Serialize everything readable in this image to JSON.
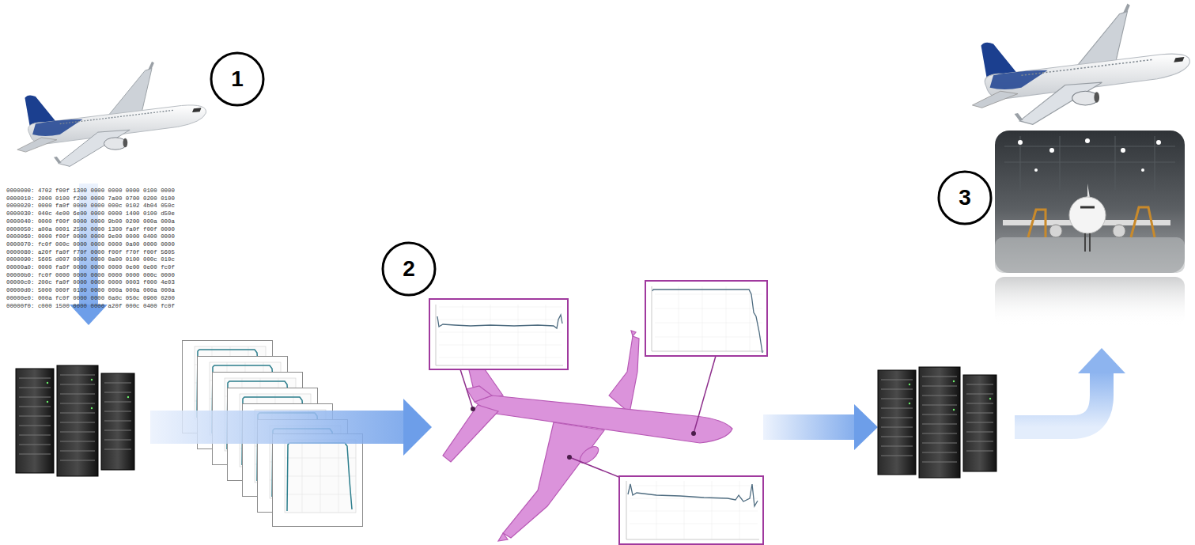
{
  "diagram": {
    "nodes": [
      {
        "text": [
          "1"
        ]
      },
      {
        "text": [
          "2"
        ]
      },
      {
        "text": [
          "3"
        ]
      }
    ],
    "labels": [
      "0000000: 4702 f00f 1300 0000 0000 0000 0100 0000",
      "0000010: 2000 0100 f200 0000 7a00 0700 0200 0100",
      "0000020: 0000 fa0f 0000 0000 000c 0102 4b04 050c",
      "0000030: 040c 4e00 6e00 0000 0000 1400 0100 d50e",
      "0000040: 0000 f00f 0000 0000 9b00 0200 000a 000a",
      "0000050: a00a 0001 2500 0000 1300 fa0f f00f 0000",
      "0000060: 0000 f00f 0000 0000 9e00 0000 0400 0000",
      "0000070: fc0f 000c 0000 0000 0000 0a00 0000 0000",
      "0000080: a20f fa0f f70f 0000 f00f f70f f00f 5605",
      "0000090: 5605 d007 0000 0000 0a00 0100 000c 010c",
      "00000a0: 0000 fa0f 0000 0000 0000 0e00 0e00 fc0f",
      "00000b0: fc0f 0000 0000 0000 0000 0000 000c 0000",
      "00000c0: 200c fa0f 0000 0000 0000 0003 f000 4e03",
      "00000d0: 5000 000f 0100 0000 000a 000a 000a 000a",
      "00000e0: 000a fc0f 0000 0000 0a0c 050c 0900 0200",
      "00000f0: c000 1500 0000 0000 a20f 000c 0400 fc0f"
    ]
  }
}
